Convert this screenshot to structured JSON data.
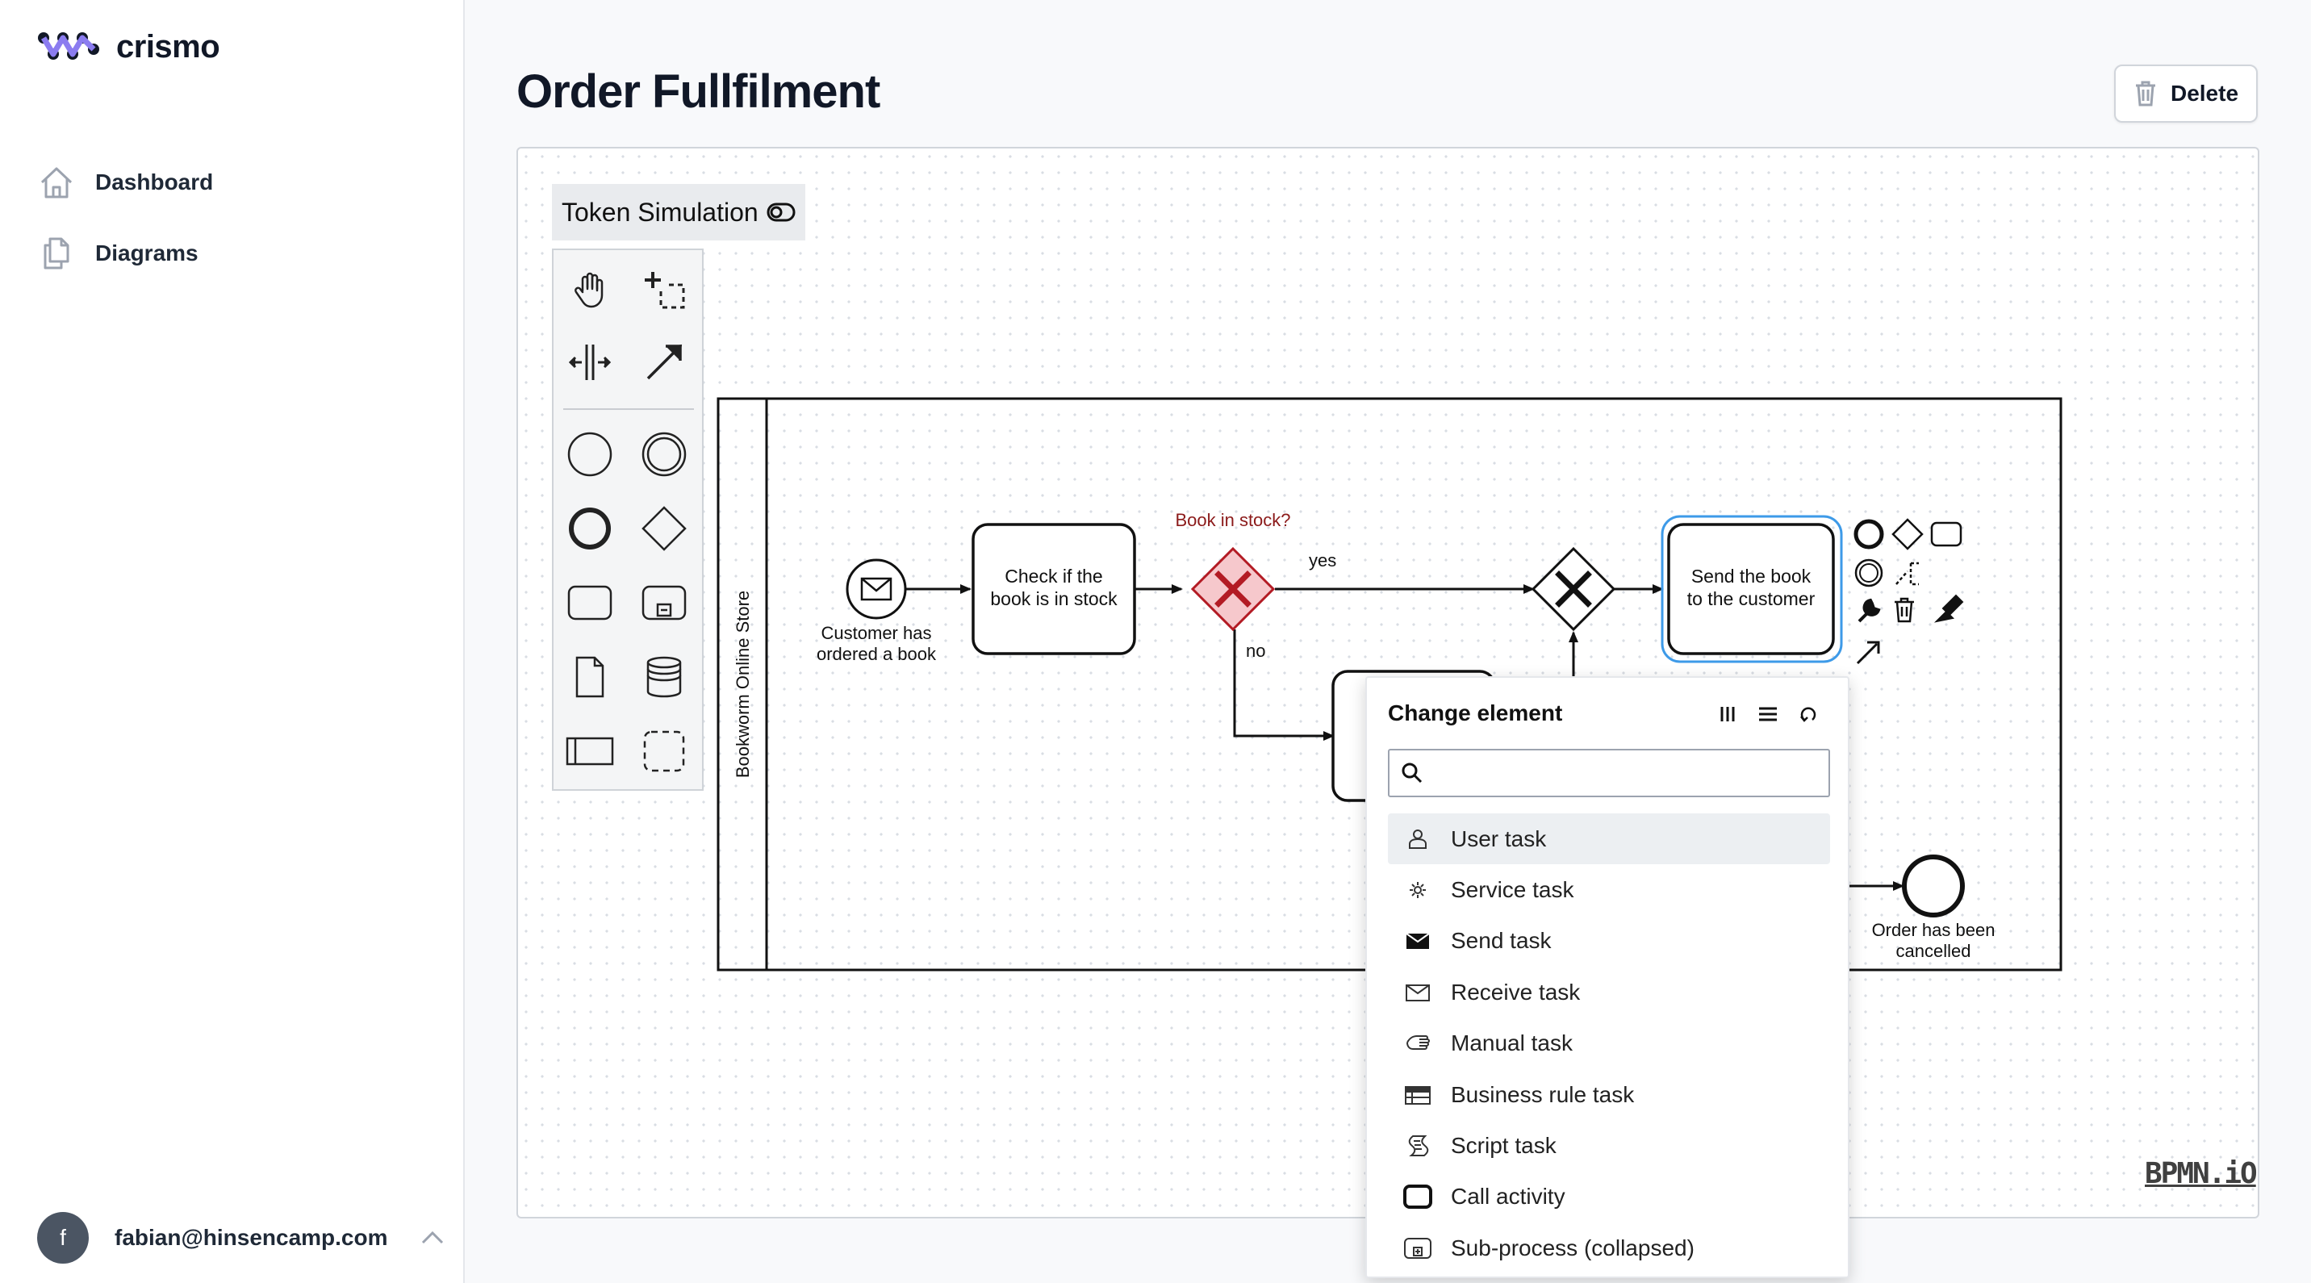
{
  "app": {
    "name": "crismo"
  },
  "sidebar": {
    "items": [
      {
        "label": "Dashboard",
        "icon": "home-icon"
      },
      {
        "label": "Diagrams",
        "icon": "documents-icon"
      }
    ],
    "user": {
      "initial": "f",
      "email": "fabian@hinsencamp.com"
    }
  },
  "page": {
    "title": "Order Fullfilment",
    "delete_label": "Delete"
  },
  "editor": {
    "token_simulation_label": "Token Simulation",
    "watermark": "BPMN.iO",
    "palette": [
      "hand-tool-icon",
      "lasso-tool-icon",
      "space-tool-icon",
      "connect-tool-icon",
      "start-event-icon",
      "intermediate-event-icon",
      "end-event-icon",
      "gateway-icon",
      "task-icon",
      "subprocess-icon",
      "data-object-icon",
      "data-store-icon",
      "pool-icon",
      "group-icon"
    ],
    "diagram": {
      "pool_label": "Bookworm Online Store",
      "start_event_label_1": "Customer has",
      "start_event_label_2": "ordered a book",
      "task_check_1": "Check if the",
      "task_check_2": "book is in stock",
      "gateway_label": "Book in stock?",
      "flow_yes": "yes",
      "flow_no": "no",
      "task_send_1": "Send the book",
      "task_send_2": "to the customer",
      "end_event_label_1": "Order has been",
      "end_event_label_2": "cancelled"
    }
  },
  "change_element": {
    "title": "Change element",
    "search_placeholder": "",
    "items": [
      {
        "label": "User task",
        "icon": "user-task-icon"
      },
      {
        "label": "Service task",
        "icon": "service-task-icon"
      },
      {
        "label": "Send task",
        "icon": "send-task-icon"
      },
      {
        "label": "Receive task",
        "icon": "receive-task-icon"
      },
      {
        "label": "Manual task",
        "icon": "manual-task-icon"
      },
      {
        "label": "Business rule task",
        "icon": "business-rule-task-icon"
      },
      {
        "label": "Script task",
        "icon": "script-task-icon"
      },
      {
        "label": "Call activity",
        "icon": "call-activity-icon"
      },
      {
        "label": "Sub-process (collapsed)",
        "icon": "subprocess-collapsed-icon"
      }
    ]
  }
}
